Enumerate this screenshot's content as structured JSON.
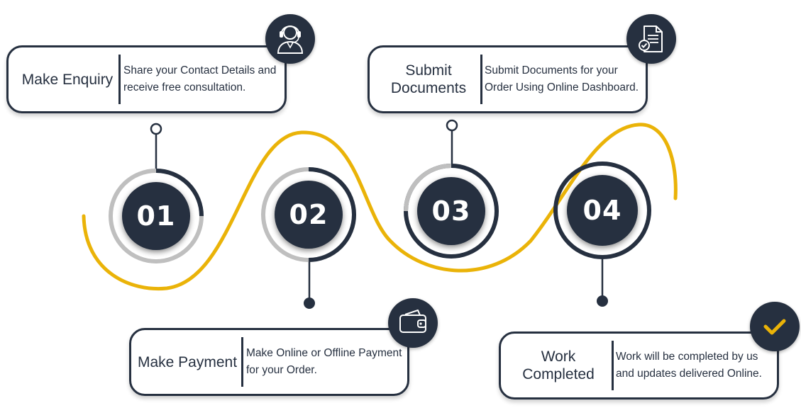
{
  "colors": {
    "navy": "#263040",
    "gold": "#eab308",
    "grey": "#bfbfbf"
  },
  "steps": [
    {
      "number": "01",
      "title": "Make Enquiry",
      "description": "Share your Contact Details and receive free consultation.",
      "icon": "support-agent-icon"
    },
    {
      "number": "02",
      "title": "Make Payment",
      "description": "Make Online or Offline Payment for your Order.",
      "icon": "wallet-icon"
    },
    {
      "number": "03",
      "title": "Submit Documents",
      "description": "Submit Documents for your Order Using Online Dashboard.",
      "icon": "document-check-icon"
    },
    {
      "number": "04",
      "title": "Work Completed",
      "description": "Work will be completed by us and updates delivered Online.",
      "icon": "checkmark-icon"
    }
  ]
}
